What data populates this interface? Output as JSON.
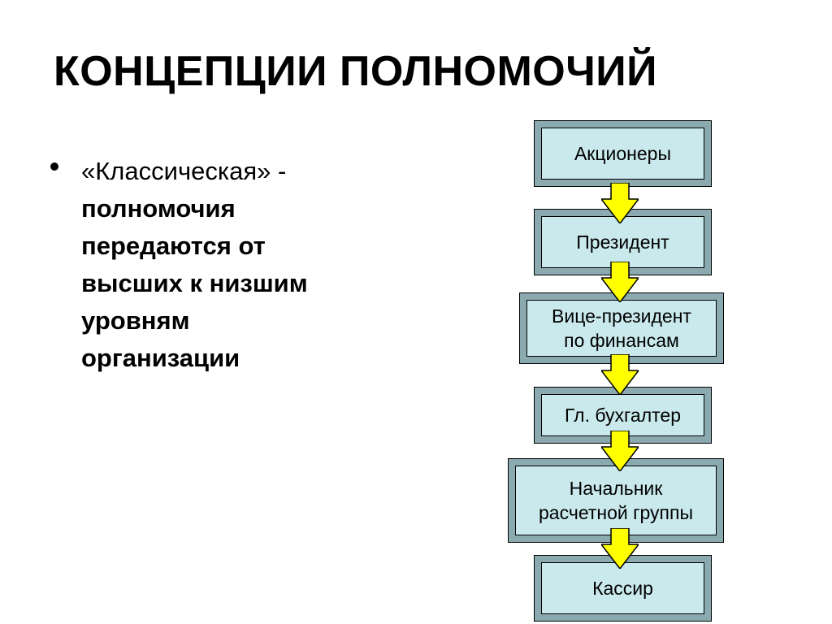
{
  "slide": {
    "title": "КОНЦЕПЦИИ ПОЛНОМОЧИЙ"
  },
  "bullet": {
    "lead": "«Классическая» -",
    "body": "полномочия\nпередаются от\nвысших к низшим\nуровням\nорганизации"
  },
  "hierarchy": [
    {
      "label": "Акционеры"
    },
    {
      "label": "Президент"
    },
    {
      "label": "Вице-президент\nпо финансам"
    },
    {
      "label": "Гл. бухгалтер"
    },
    {
      "label": "Начальник\nрасчетной группы"
    },
    {
      "label": "Кассир"
    }
  ],
  "colors": {
    "box_fill": "#c9e9ec",
    "box_bevel": "#8aaab0",
    "arrow_fill": "#ffff00"
  }
}
